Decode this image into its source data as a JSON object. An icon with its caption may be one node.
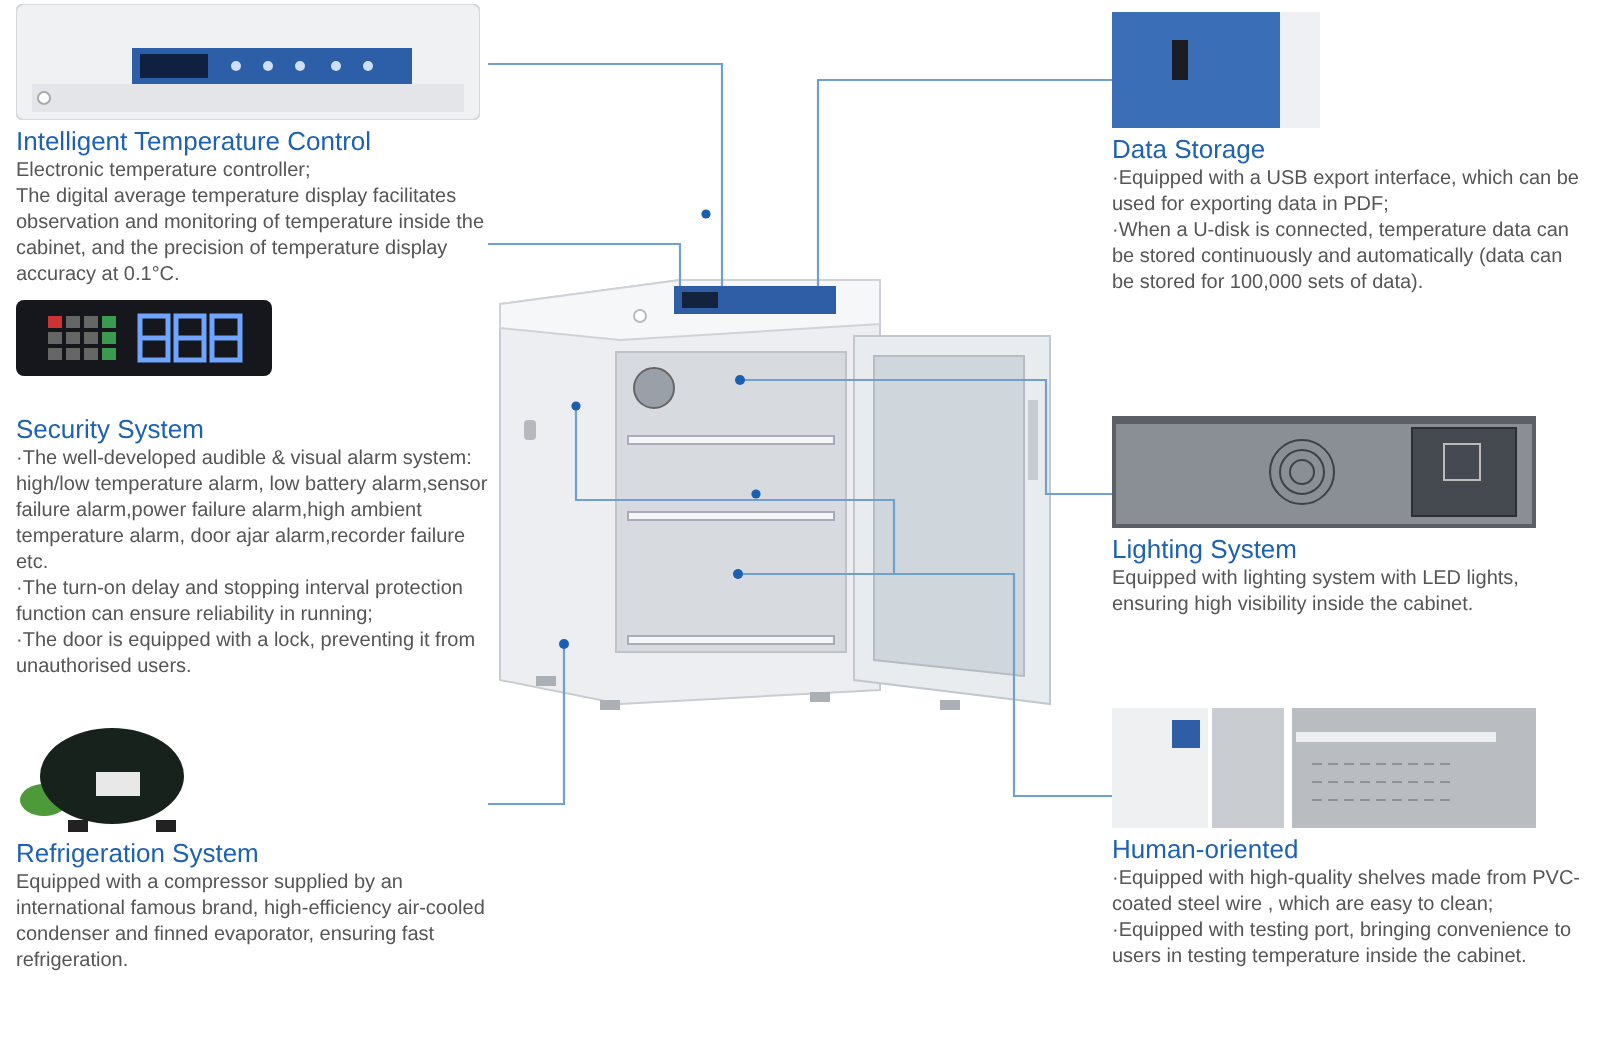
{
  "diagram": {
    "nodes": [
      {
        "text": [
          "Intelligent Temperature Control",
          "Electronic temperature controller;",
          "The digital average temperature display facilitates observation and monitoring of temperature inside the cabinet, and the precision of temperature display accuracy at 0.1°C."
        ]
      },
      {
        "text": [
          "Security System",
          "·The well-developed audible & visual alarm system: high/low temperature alarm, low battery alarm,sensor failure alarm,power failure alarm,high ambient temperature alarm, door ajar alarm,recorder failure etc.",
          "·The turn-on delay and stopping interval protection function can ensure reliability in running;",
          "·The door is equipped with a lock, preventing it from unauthorised users."
        ]
      },
      {
        "text": [
          "Refrigeration System",
          "Equipped with a compressor supplied by an international famous brand, high-efficiency air-cooled condenser and finned evaporator, ensuring fast refrigeration."
        ]
      },
      {
        "text": [
          "Data Storage",
          "·Equipped with a USB export interface, which can be used for exporting data in PDF;",
          "·When a U-disk is connected, temperature data can be stored continuously and automatically (data can be stored for 100,000 sets of data)."
        ]
      },
      {
        "text": [
          "Lighting System",
          "Equipped with lighting system with LED lights, ensuring high visibility inside the cabinet."
        ]
      },
      {
        "text": [
          "Human-oriented",
          "·Equipped with high-quality shelves made from PVC-coated steel wire , which are easy to clean;",
          "·Equipped with testing port, bringing convenience to users in testing temperature inside the cabinet."
        ]
      }
    ],
    "edges": [
      {
        "from": 0,
        "to": null,
        "arrow": "none"
      },
      {
        "from": 0,
        "to": null,
        "arrow": "none"
      },
      {
        "from": 3,
        "to": null,
        "arrow": "none"
      },
      {
        "from": 4,
        "to": null,
        "arrow": "other"
      },
      {
        "from": 2,
        "to": null,
        "arrow": "other"
      },
      {
        "from": 5,
        "to": null,
        "arrow": "other"
      }
    ]
  }
}
